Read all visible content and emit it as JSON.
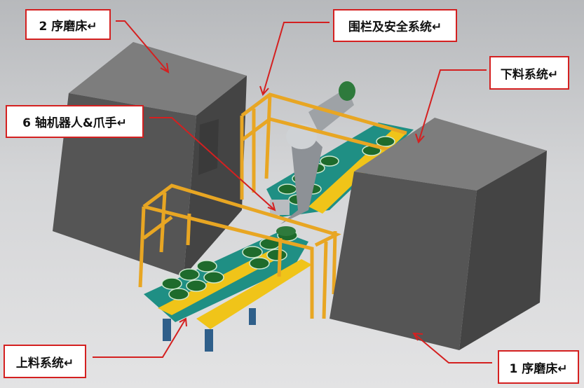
{
  "labels": {
    "grinder_2": "2 序磨床↵",
    "fence_safety": "围栏及安全系统↵",
    "unloading": "下料系统↵",
    "robot": "6 轴机器人&爪手↵",
    "loading": "上料系统↵",
    "grinder_1": "1 序磨床↵"
  },
  "colors": {
    "callout": "#d42020",
    "machine": "#5f5f5f",
    "fence": "#e8a623",
    "belt": "#f0c419",
    "plate": "#1f8f84",
    "part": "#1e6b2c"
  }
}
